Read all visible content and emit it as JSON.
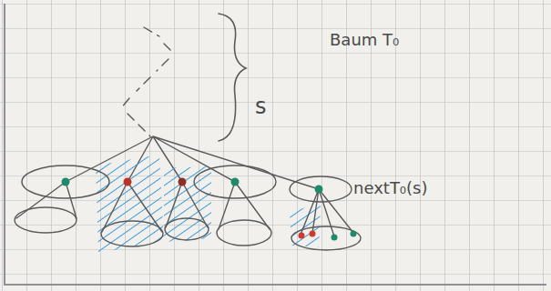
{
  "diagram": {
    "labels": [
      "Baum T₀",
      "s",
      "nextT₀(s)"
    ]
  }
}
